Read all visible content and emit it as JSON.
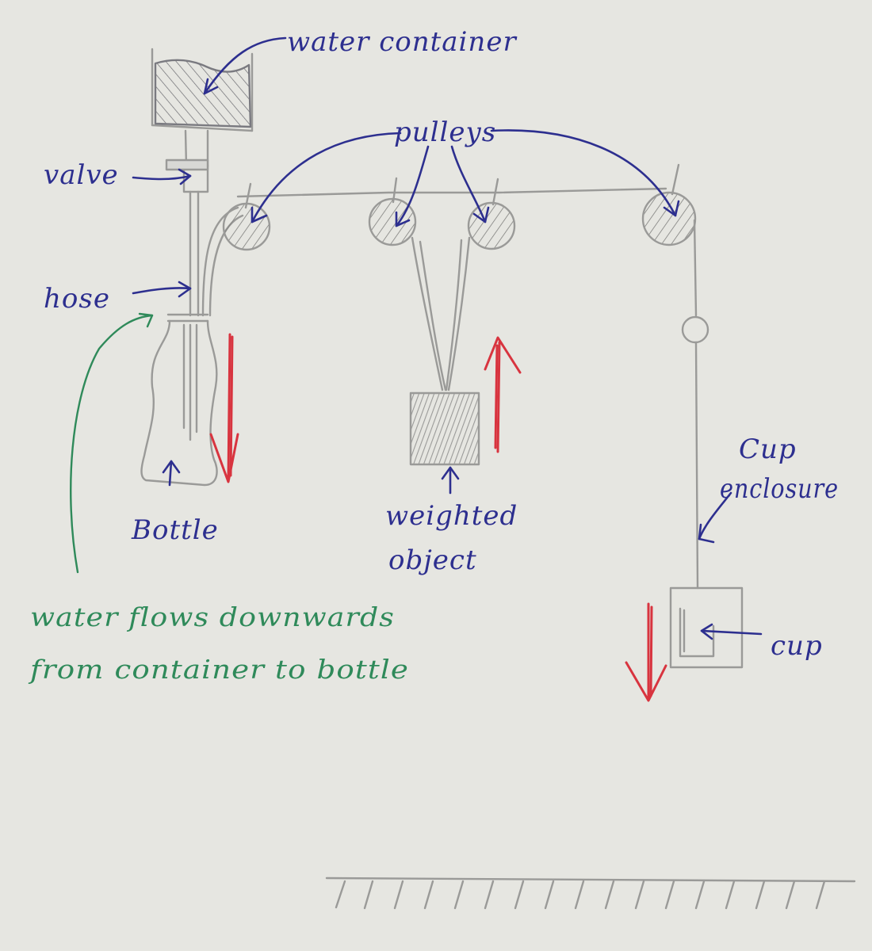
{
  "labels": {
    "water_container": "water container",
    "pulleys": "pulleys",
    "valve": "valve",
    "hose": "hose",
    "bottle": "Bottle",
    "weighted_object_1": "weighted",
    "weighted_object_2": "object",
    "cup_enclosure_1": "Cup",
    "cup_enclosure_2": "enclosure",
    "cup": "cup",
    "water_flow_1": "water flows downwards",
    "water_flow_2": "from container to bottle"
  },
  "colors": {
    "paper": "#e6e6e1",
    "pencil": "#9a9a98",
    "pencil_fill": "#b3b3b0",
    "ink_blue": "#2d2f8f",
    "ink_red": "#d8343f",
    "ink_green": "#2f8a5a"
  }
}
